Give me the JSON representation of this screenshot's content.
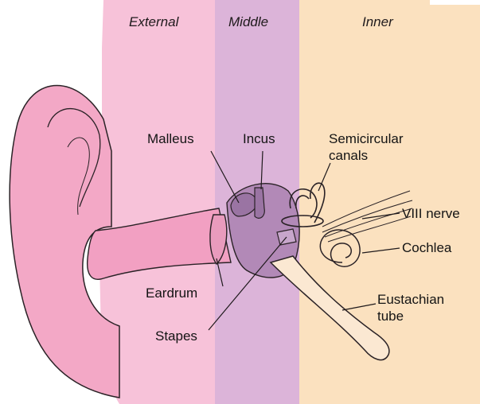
{
  "regions": {
    "external": "External",
    "middle": "Middle",
    "inner": "Inner"
  },
  "labels": {
    "malleus": "Malleus",
    "incus": "Incus",
    "semicircular_line1": "Semicircular",
    "semicircular_line2": "canals",
    "viii_nerve": "VIII nerve",
    "cochlea": "Cochlea",
    "eardrum": "Eardrum",
    "eustachian_line1": "Eustachian",
    "eustachian_line2": "tube",
    "stapes": "Stapes"
  },
  "colors": {
    "external_region": "#f7c2d9",
    "middle_region": "#dcb4d9",
    "inner_region": "#fbe1bf",
    "ear_fill": "#f3a8c6",
    "bone_fill": "#b289b7",
    "line": "#2a2226"
  }
}
